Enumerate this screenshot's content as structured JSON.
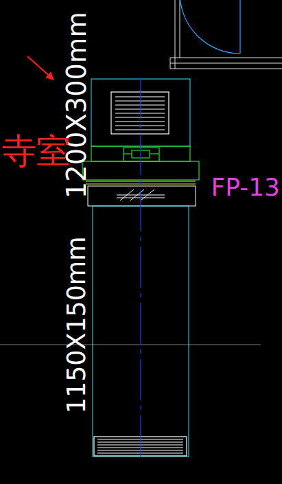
{
  "diagram": {
    "labels": [
      "1200X300mm",
      "1150X150mm",
      "FP-13",
      "寺室"
    ]
  }
}
